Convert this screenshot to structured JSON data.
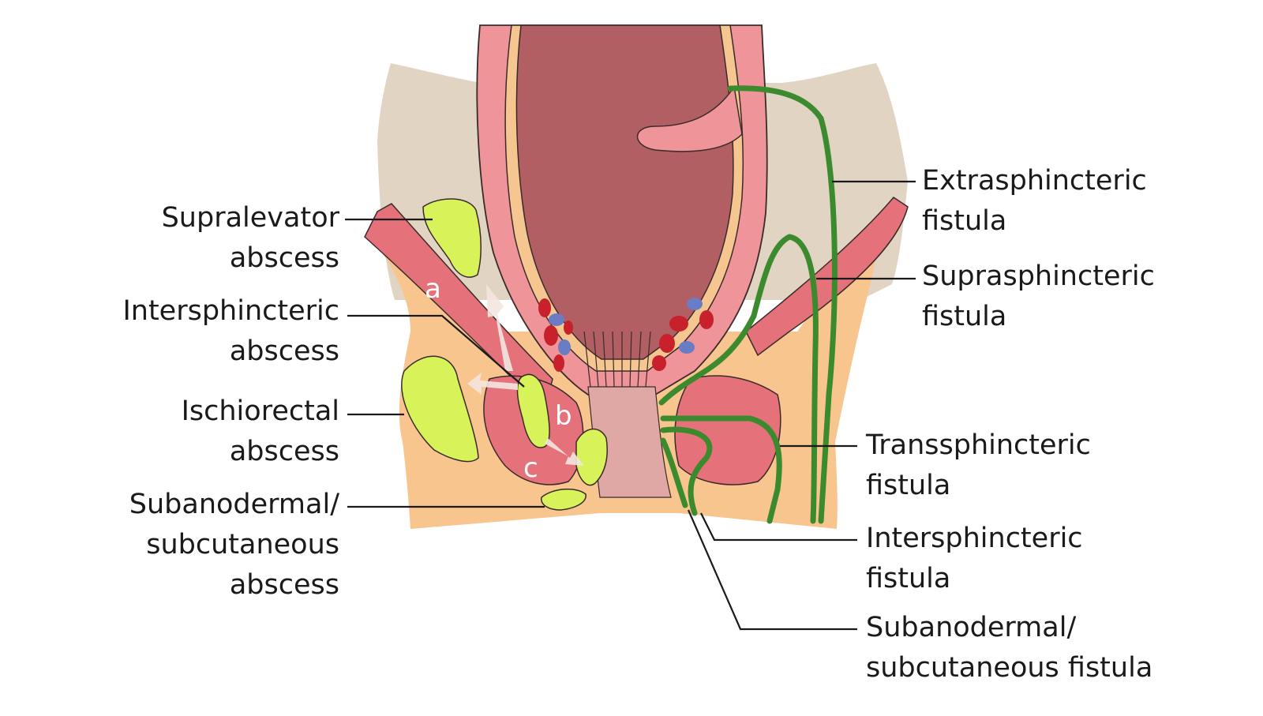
{
  "abscess_labels": {
    "supralevator": [
      "Supralevator",
      "abscess"
    ],
    "intersphincteric": [
      "Intersphincteric",
      "abscess"
    ],
    "ischiorectal": [
      "Ischiorectal",
      "abscess"
    ],
    "subanodermal": [
      "Subanodermal/",
      "subcutaneous",
      "abscess"
    ]
  },
  "fistula_labels": {
    "extrasphincteric": [
      "Extrasphincteric",
      "fistula"
    ],
    "suprasphincteric": [
      "Suprasphincteric",
      "fistula"
    ],
    "transsphincteric": [
      "Transsphincteric",
      "fistula"
    ],
    "intersphincteric": [
      "Intersphincteric",
      "fistula"
    ],
    "subanodermal": [
      "Subanodermal/",
      "subcutaneous fistula"
    ]
  },
  "route_markers": {
    "a": "a",
    "b": "b",
    "c": "c"
  },
  "colors": {
    "pelvic_fat": "#e2d4c3",
    "ischioanal_fat": "#f8c58e",
    "rectal_wall": "#ef9498",
    "rectal_lumen": "#b25f63",
    "mucosa_edge": "#f6c691",
    "muscle": "#e5727a",
    "anal_canal": "#dfa8a5",
    "abscess": "#d8f25a",
    "fistula_tract": "#3b8a2e",
    "hemorrhoid_red": "#c8212b",
    "hemorrhoid_blue": "#6a7cc4"
  }
}
